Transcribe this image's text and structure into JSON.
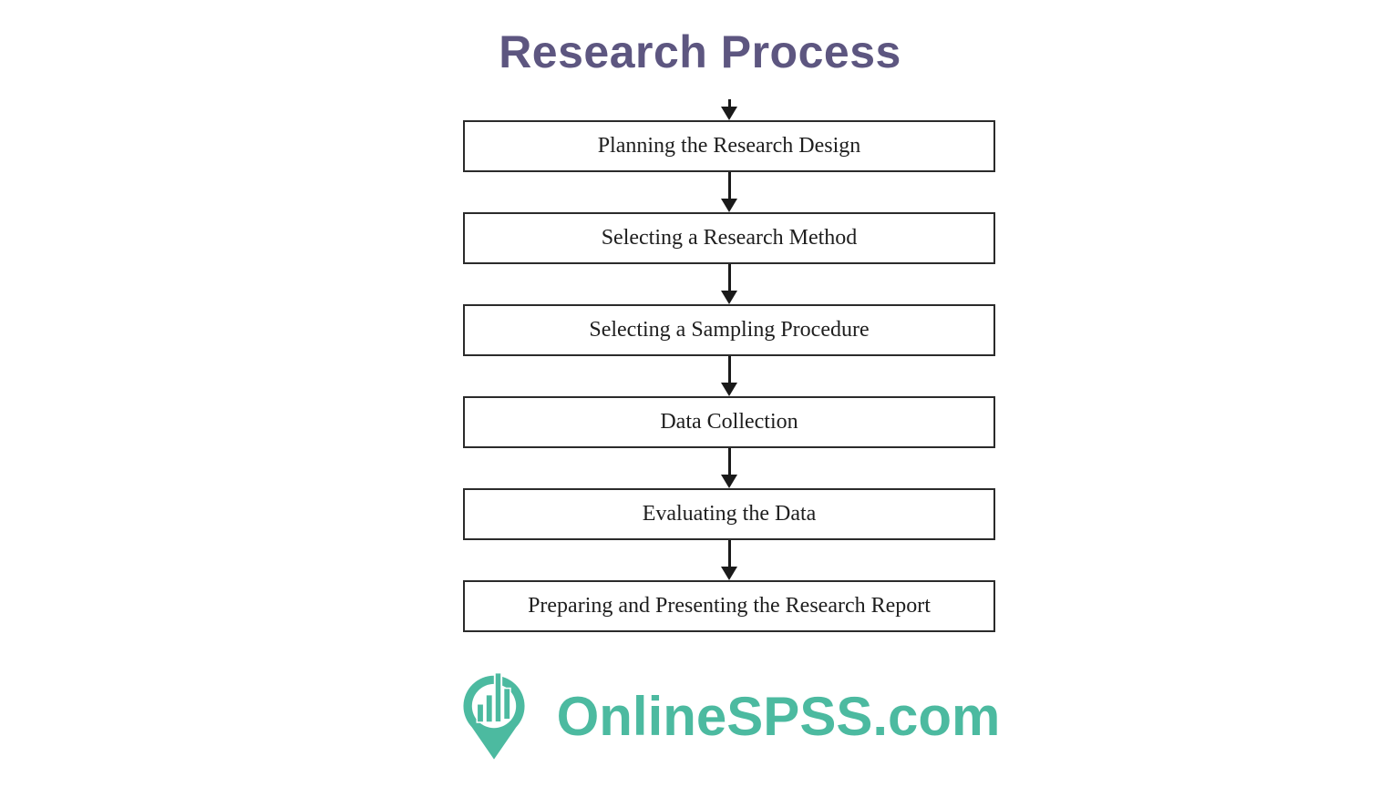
{
  "title": "Research Process",
  "flow": {
    "steps": [
      {
        "label": "Planning the Research Design"
      },
      {
        "label": "Selecting a Research Method"
      },
      {
        "label": "Selecting a Sampling Procedure"
      },
      {
        "label": "Data Collection"
      },
      {
        "label": "Evaluating the Data"
      },
      {
        "label": "Preparing and Presenting the Research Report"
      }
    ]
  },
  "brand": {
    "text": "OnlineSPSS.com",
    "icon": "bar-chart-pin-icon"
  },
  "colors": {
    "title_purple": "#5d5680",
    "brand_teal": "#4cbaa0",
    "box_border": "#2b2b2b",
    "box_text": "#1e1e1e",
    "arrow_black": "#1a1a1a",
    "background": "#ffffff"
  }
}
